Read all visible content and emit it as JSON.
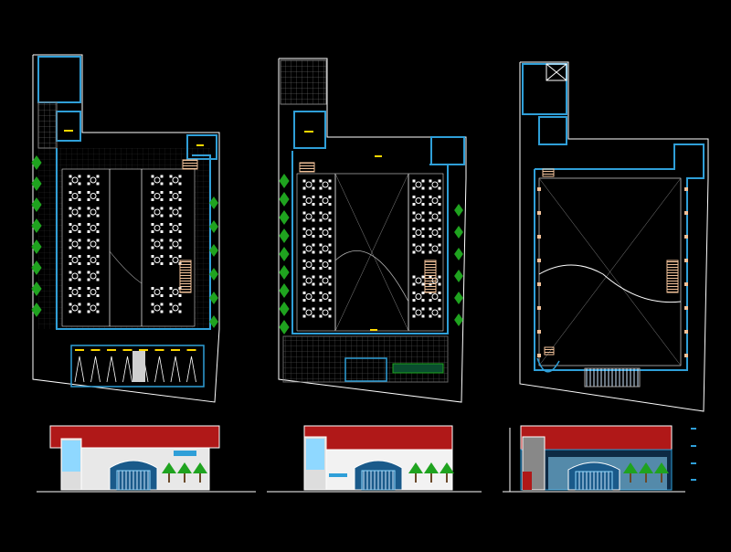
{
  "drawing": {
    "background": "#000000",
    "colors": {
      "outline": "#ffffff",
      "wall": "#2f9fd8",
      "table": "#ffffff",
      "tree": "#1fa31f",
      "roof": "#b01818",
      "stair": "#f2c29a",
      "accent_yellow": "#ffd800",
      "glass": "#8fd8ff",
      "grid": "#7f7f7f"
    },
    "icons": [
      "table-cluster-icon",
      "tree-icon",
      "stair-icon",
      "door-icon",
      "parking-stall-icon"
    ]
  },
  "views": [
    {
      "name": "ground-floor-plan",
      "type": "floor-plan",
      "tables_rows": 9,
      "parking_stalls": 8
    },
    {
      "name": "upper-floor-plan",
      "type": "floor-plan",
      "tables_rows": 9
    },
    {
      "name": "roof-plan",
      "type": "roof-plan"
    }
  ],
  "elevations": [
    {
      "name": "front-elevation-1"
    },
    {
      "name": "front-elevation-2"
    },
    {
      "name": "section-elevation"
    }
  ]
}
